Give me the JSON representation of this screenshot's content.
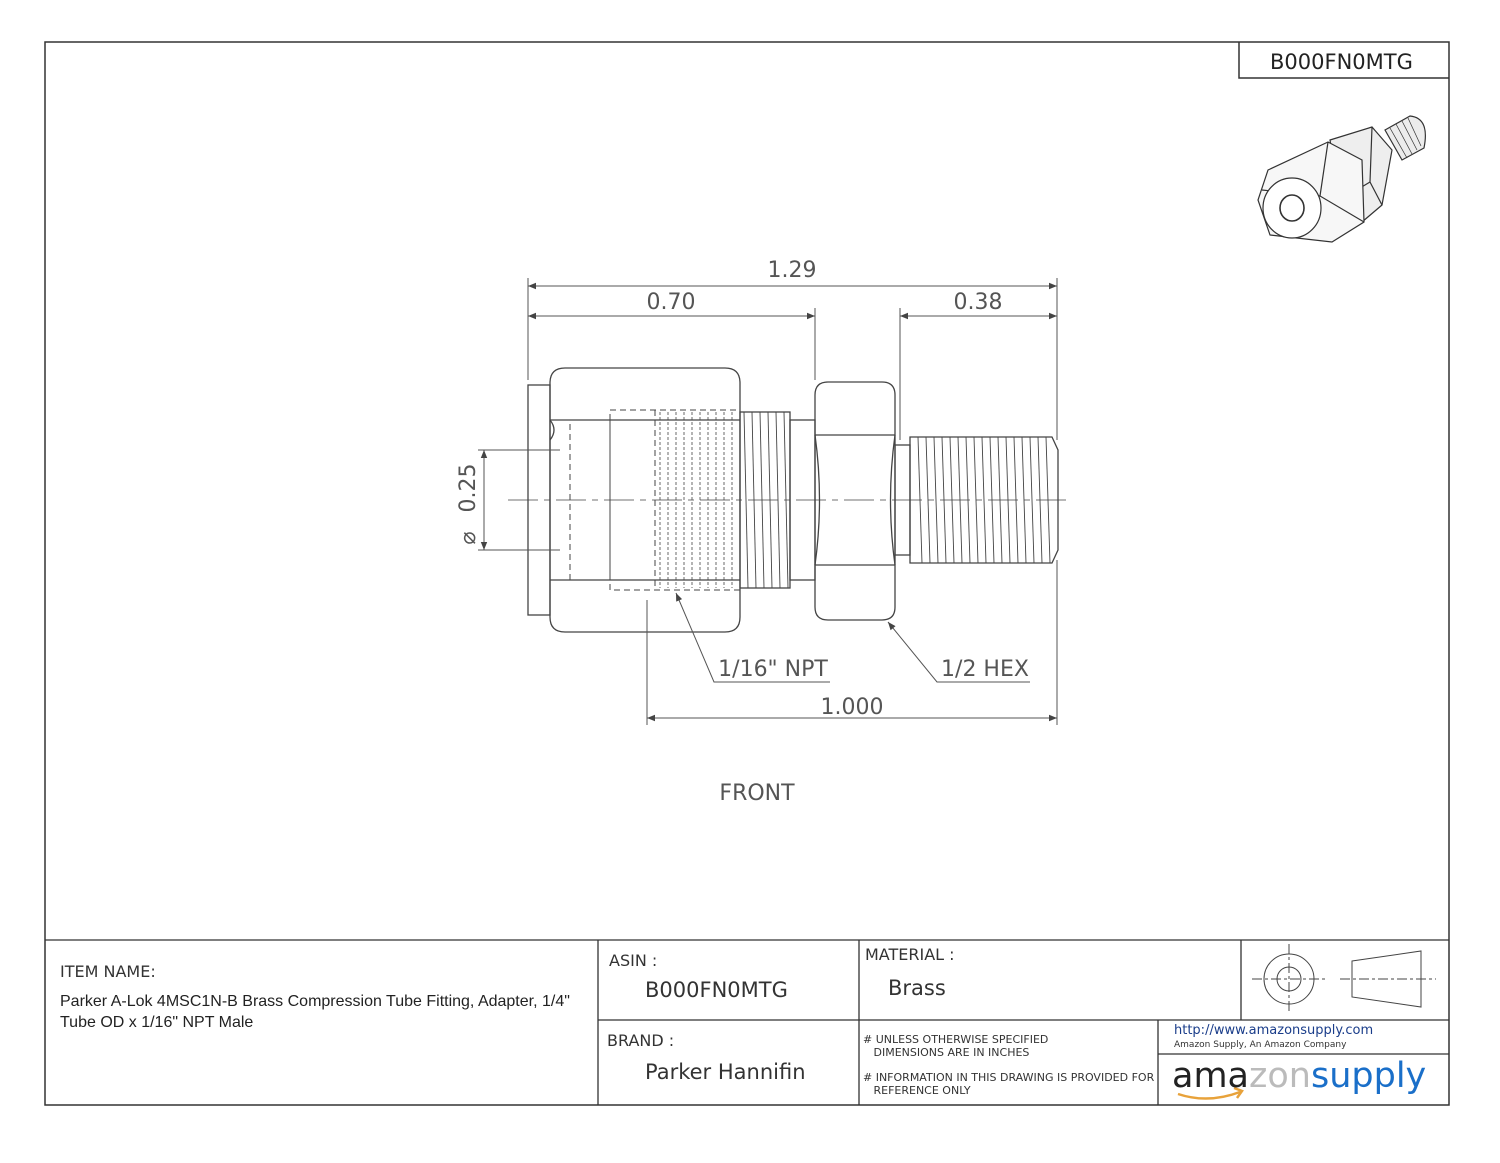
{
  "corner_asin": "B000FN0MTG",
  "dimensions": {
    "overall_length": "1.29",
    "nut_length": "0.70",
    "thread_length": "0.38",
    "tube_diameter": "0.25",
    "thread_callout": "1/16\" NPT",
    "hex_callout": "1/2 HEX",
    "reference_length": "1.000"
  },
  "view_label": "FRONT",
  "title_block": {
    "item_name_label": "ITEM NAME:",
    "item_name_value": "Parker A-Lok 4MSC1N-B Brass Compression Tube Fitting, Adapter, 1/4\" Tube OD x 1/16\" NPT Male",
    "asin_label": "ASIN :",
    "asin_value": "B000FN0MTG",
    "material_label": "MATERIAL :",
    "material_value": "Brass",
    "brand_label": "BRAND :",
    "brand_value": "Parker Hannifin",
    "note1": "# UNLESS OTHERWISE SPECIFIED\n   DIMENSIONS ARE IN INCHES",
    "note2": "# INFORMATION IN THIS DRAWING IS PROVIDED FOR\n   REFERENCE ONLY",
    "url": "http://www.amazonsupply.com",
    "url_sub": "Amazon Supply, An Amazon Company",
    "logo_a": "ama",
    "logo_z": "z",
    "logo_on": "on",
    "logo_supply": "supply"
  }
}
